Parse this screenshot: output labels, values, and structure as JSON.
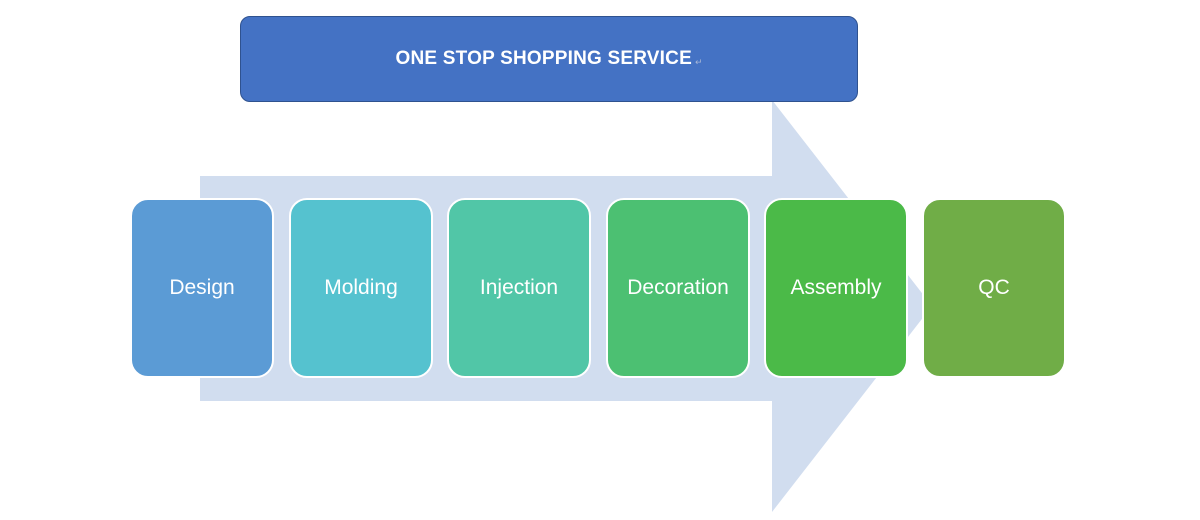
{
  "diagram": {
    "title": "ONE STOP SHOPPING SERVICE",
    "return_mark": "↵",
    "stages": [
      {
        "label": "Design",
        "color": "#5b9bd5"
      },
      {
        "label": "Molding",
        "color": "#55c2cf"
      },
      {
        "label": "Injection",
        "color": "#51c6a7"
      },
      {
        "label": "Decoration",
        "color": "#4cc072"
      },
      {
        "label": "Assembly",
        "color": "#4bba48"
      },
      {
        "label": "QC",
        "color": "#70ad47"
      }
    ],
    "arrow_color": "#d1ddef",
    "banner_color": "#4472c4"
  }
}
